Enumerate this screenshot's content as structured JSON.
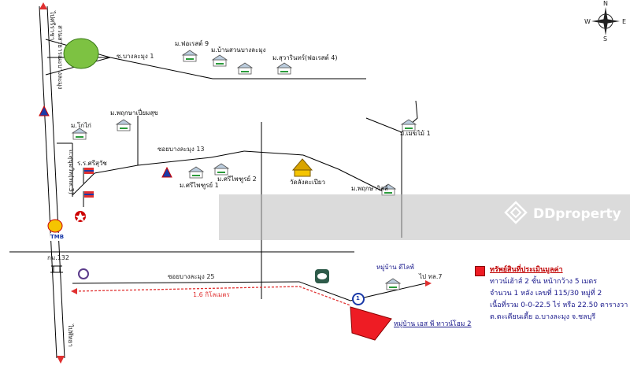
{
  "compass": {
    "n": "N",
    "s": "S",
    "e": "E",
    "w": "W"
  },
  "roads": {
    "main_top": "ไปศรีราชา",
    "main_bottom": "ไปพัทยา",
    "main_side": "ถ.สุขุมวิท(ทล.3)",
    "soi_bang_lamung_1": "ซ.บางละมุง 1",
    "soi_bang_lamung_13": "ซอยบางละมุง 13",
    "soi_bang_lamung_25": "ซอยบางละมุง 25",
    "to_tl7": "ไป ทล.7",
    "km": "กม.132",
    "distance": "1.6 กิโลเมตร"
  },
  "places": {
    "park": "สวนสาธารณะบางละมุง",
    "forest9": "ม.ฟอเรสต์ 9",
    "suan_bang_lamung": "ม.บ้านสวนบางละมุง",
    "suwarin": "ม.สุวารินทร์(ฟอเรสต์ 4)",
    "phrueksa_pimuk": "ม.พฤกษาเปี่ยมสุข",
    "kokai": "ม.โกไก่",
    "school": "ร.ร.ศรีสุวัช",
    "srisuk1": "ม.ศรีไพฑูรย์ 1",
    "srisuk2": "ม.ศรีไพฑูรย์ 2",
    "temple": "วัดลังตะเปียว",
    "mekmai": "ม.เมฆไม้ 1",
    "phruksa_ville": "ม.พฤกษาวิลล์",
    "life_village": "หมู่บ้าน ดีไลฟ์",
    "target_village": "หมู่บ้าน เอส พี ทาวน์โฮม 2",
    "tmb": "TMB",
    "marker": "1"
  },
  "legend": {
    "title": "ทรัพย์สินที่ประเมินมูลค่า",
    "line1": "ทาวน์เฮ้าส์ 2 ชั้น หน้ากว้าง 5 เมตร",
    "line2": "จำนวน 1 หลัง เลขที่ 115/30 หมู่ที่ 2",
    "line3": "เนื้อที่รวม 0-0-22.5 ไร่ หรือ 22.50 ตารางวา",
    "line4": "ต.ตะเคียนเตี้ย อ.บางละมุง จ.ชลบุรี"
  },
  "watermark": {
    "text": "DDproperty"
  },
  "colors": {
    "road": "#000000",
    "park": "#7dc242",
    "target": "#ee1c24",
    "watermark": "#bebebe",
    "route": "#e03030"
  }
}
